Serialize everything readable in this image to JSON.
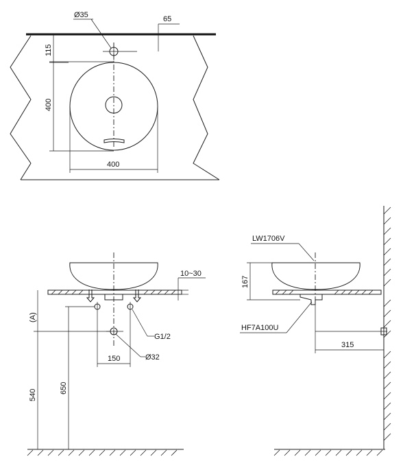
{
  "top_view": {
    "hole_diameter": "Ø35",
    "offset_right": "65",
    "offset_top": "115",
    "basin_depth": "400",
    "basin_width": "400"
  },
  "front_view": {
    "thickness_range": "10~30",
    "var_a": "(A)",
    "height_540": "540",
    "height_650": "650",
    "pipe_spacing": "150",
    "thread": "G1/2",
    "drain_diameter": "Ø32"
  },
  "side_view": {
    "basin_model": "LW1706V",
    "basin_height": "167",
    "drain_model": "HF7A100U",
    "wall_distance": "315"
  }
}
